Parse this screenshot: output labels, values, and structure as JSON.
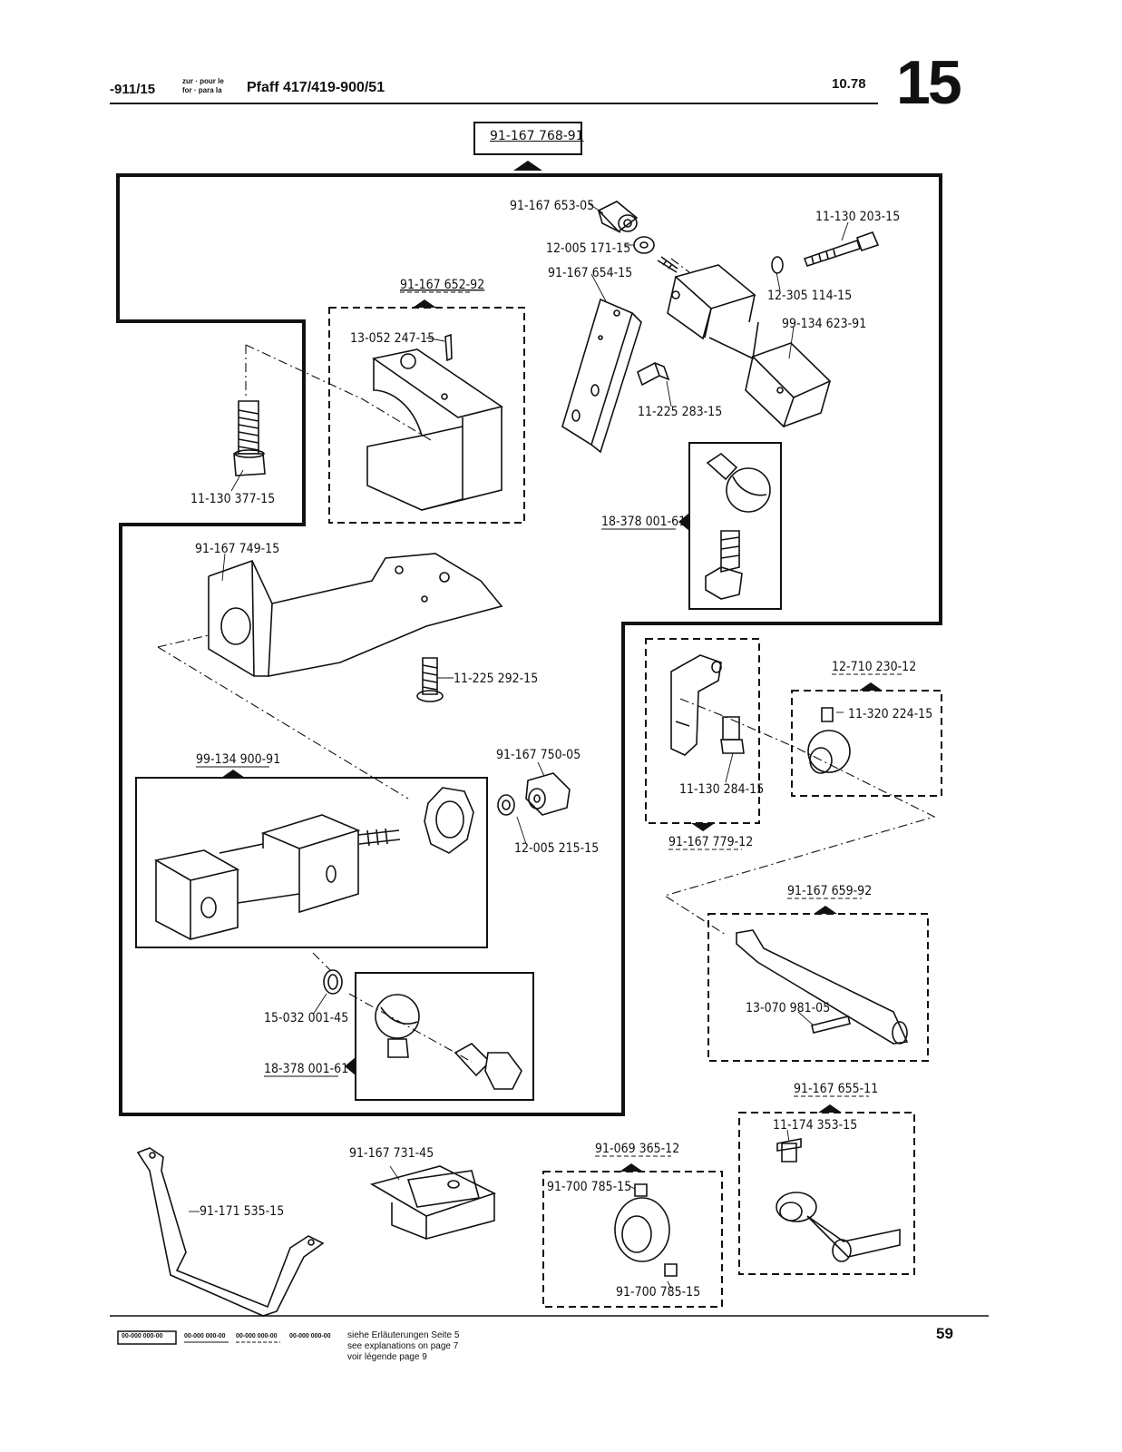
{
  "header": {
    "model_code": "-911/15",
    "prep_line1": "zur · pour le",
    "prep_line2": "for · para la",
    "machine": "Pfaff 417/419-900/51",
    "date": "10.78",
    "section": "15"
  },
  "assembly_top": "91-167 768-91",
  "parts": {
    "p1": "91-167 653-05",
    "p2": "12-005 171-15",
    "p3": "91-167 654-15",
    "p4": "11-130 203-15",
    "p5": "12-305 114-15",
    "p6": "99-134 623-91",
    "p7": "11-225 283-15",
    "p8": "91-167 652-92",
    "p9": "13-052 247-15",
    "p10": "11-130 377-15",
    "p11": "18-378 001-61",
    "p12": "91-167 749-15",
    "p13": "11-225 292-15",
    "p14": "99-134 900-91",
    "p15": "91-167 750-05",
    "p16": "12-005 215-15",
    "p17": "15-032 001-45",
    "p18": "18-378 001-61",
    "p19": "12-710 230-12",
    "p20": "11-320 224-15",
    "p21": "11-130 284-15",
    "p22": "91-167 779-12",
    "p23": "91-167 659-92",
    "p24": "13-070 981-05",
    "p25": "91-167 655-11",
    "p26": "11-174 353-15",
    "p27": "91-171 535-15",
    "p28": "91-167 731-45",
    "p29": "91-069 365-12",
    "p30": "91-700 785-15",
    "p31": "91-700 785-15"
  },
  "footer": {
    "legend1": "00-000 000-00",
    "legend2": "00-000 000-00",
    "legend3": "00-000 000-00",
    "legend4": "00-000 000-00",
    "line1": "siehe Erläuterungen Seite 5",
    "line2": "see explanations on page 7",
    "line3": "voir légende page 9",
    "page": "59"
  }
}
